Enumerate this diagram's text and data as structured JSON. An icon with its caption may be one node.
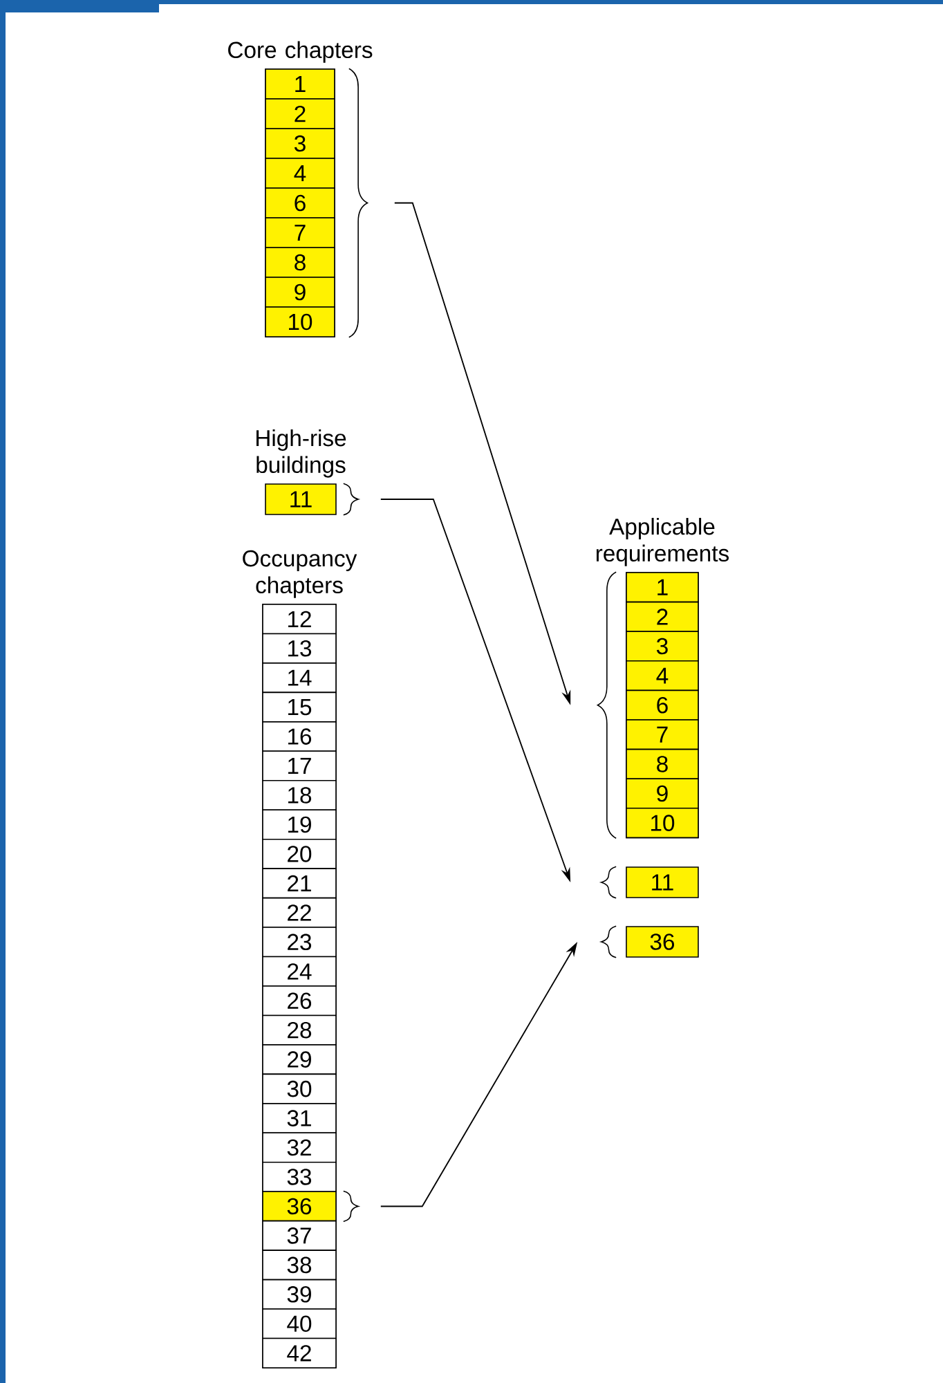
{
  "diagram": {
    "nodes": [
      {
        "text": [
          "Core chapters"
        ]
      },
      {
        "text": [
          "1"
        ],
        "in": 0
      },
      {
        "text": [
          "2"
        ],
        "in": 0
      },
      {
        "text": [
          "3"
        ],
        "in": 0
      },
      {
        "text": [
          "4"
        ],
        "in": 0
      },
      {
        "text": [
          "6"
        ],
        "in": 0
      },
      {
        "text": [
          "7"
        ],
        "in": 0
      },
      {
        "text": [
          "8"
        ],
        "in": 0
      },
      {
        "text": [
          "9"
        ],
        "in": 0
      },
      {
        "text": [
          "10"
        ],
        "in": 0
      },
      {
        "text": [
          "High-rise buildings",
          "11"
        ]
      },
      {
        "text": [
          "Occupancy chapters"
        ]
      },
      {
        "text": [
          "12"
        ],
        "in": 11
      },
      {
        "text": [
          "13"
        ],
        "in": 11
      },
      {
        "text": [
          "14"
        ],
        "in": 11
      },
      {
        "text": [
          "15"
        ],
        "in": 11
      },
      {
        "text": [
          "16"
        ],
        "in": 11
      },
      {
        "text": [
          "17"
        ],
        "in": 11
      },
      {
        "text": [
          "18"
        ],
        "in": 11
      },
      {
        "text": [
          "19"
        ],
        "in": 11
      },
      {
        "text": [
          "20"
        ],
        "in": 11
      },
      {
        "text": [
          "21"
        ],
        "in": 11
      },
      {
        "text": [
          "22"
        ],
        "in": 11
      },
      {
        "text": [
          "23"
        ],
        "in": 11
      },
      {
        "text": [
          "24"
        ],
        "in": 11
      },
      {
        "text": [
          "26"
        ],
        "in": 11
      },
      {
        "text": [
          "28"
        ],
        "in": 11
      },
      {
        "text": [
          "29"
        ],
        "in": 11
      },
      {
        "text": [
          "30"
        ],
        "in": 11
      },
      {
        "text": [
          "31"
        ],
        "in": 11
      },
      {
        "text": [
          "32"
        ],
        "in": 11
      },
      {
        "text": [
          "33"
        ],
        "in": 11
      },
      {
        "text": [
          "36"
        ],
        "in": 11
      },
      {
        "text": [
          "37"
        ],
        "in": 11
      },
      {
        "text": [
          "38"
        ],
        "in": 11
      },
      {
        "text": [
          "39"
        ],
        "in": 11
      },
      {
        "text": [
          "40"
        ],
        "in": 11
      },
      {
        "text": [
          "42"
        ],
        "in": 11
      },
      {
        "text": [
          "Applicable requirements"
        ]
      },
      {
        "text": [
          "1"
        ],
        "in": 38
      },
      {
        "text": [
          "2"
        ],
        "in": 38
      },
      {
        "text": [
          "3"
        ],
        "in": 38
      },
      {
        "text": [
          "4"
        ],
        "in": 38
      },
      {
        "text": [
          "6"
        ],
        "in": 38
      },
      {
        "text": [
          "7"
        ],
        "in": 38
      },
      {
        "text": [
          "8"
        ],
        "in": 38
      },
      {
        "text": [
          "9"
        ],
        "in": 38
      },
      {
        "text": [
          "10"
        ],
        "in": 38
      },
      {
        "text": [
          "11"
        ]
      },
      {
        "text": [
          "36"
        ]
      }
    ],
    "edges": [
      {
        "from": 0,
        "to": 38,
        "arrow": "to"
      },
      {
        "from": 10,
        "to": 48,
        "arrow": "to"
      },
      {
        "from": 32,
        "to": 49,
        "arrow": "to"
      }
    ]
  }
}
